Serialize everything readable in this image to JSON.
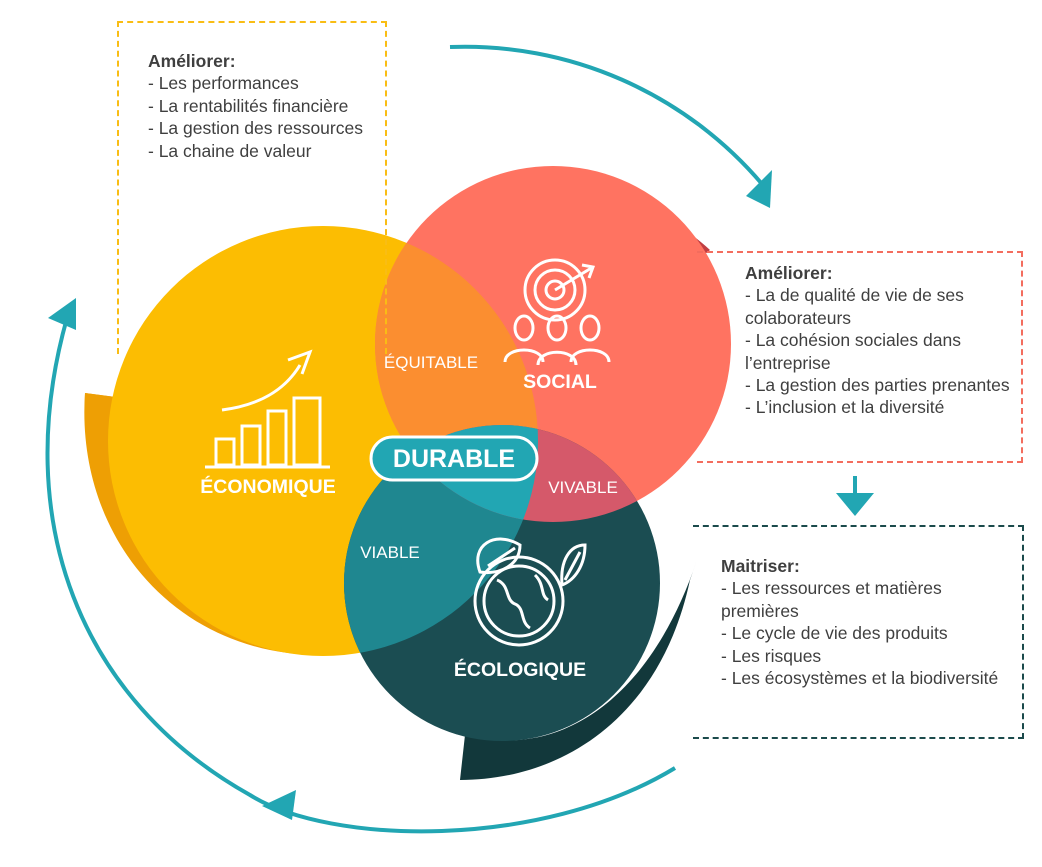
{
  "colors": {
    "economique": "#fcbd02",
    "economique_dark": "#ee9f04",
    "social": "#ff7361",
    "social_dark": "#c13e42",
    "ecologique": "#1b4d52",
    "ecologique_dark": "#12383b",
    "teal": "#22a6b3",
    "text": "#3f3f3f"
  },
  "pillars": {
    "economique": "ÉCONOMIQUE",
    "social": "SOCIAL",
    "ecologique": "ÉCOLOGIQUE"
  },
  "intersections": {
    "equitable": "ÉQUITABLE",
    "vivable": "VIVABLE",
    "viable": "VIABLE",
    "durable": "DURABLE"
  },
  "boxes": {
    "economique": {
      "title": "Améliorer:",
      "items": [
        "- Les performances",
        "- La rentabilités financière",
        "- La gestion des ressources",
        "- La chaine de valeur"
      ]
    },
    "social": {
      "title": "Améliorer:",
      "items": [
        "- La de qualité de vie de ses colaborateurs",
        "- La cohésion sociales dans l’entreprise",
        "- La gestion des parties prenantes",
        "- L’inclusion et la diversité"
      ]
    },
    "ecologique": {
      "title": "Maitriser:",
      "items": [
        "- Les ressources et matières premières",
        "- Le cycle de vie des produits",
        "- Les risques",
        "- Les écosystèmes et la biodiversité"
      ]
    }
  }
}
